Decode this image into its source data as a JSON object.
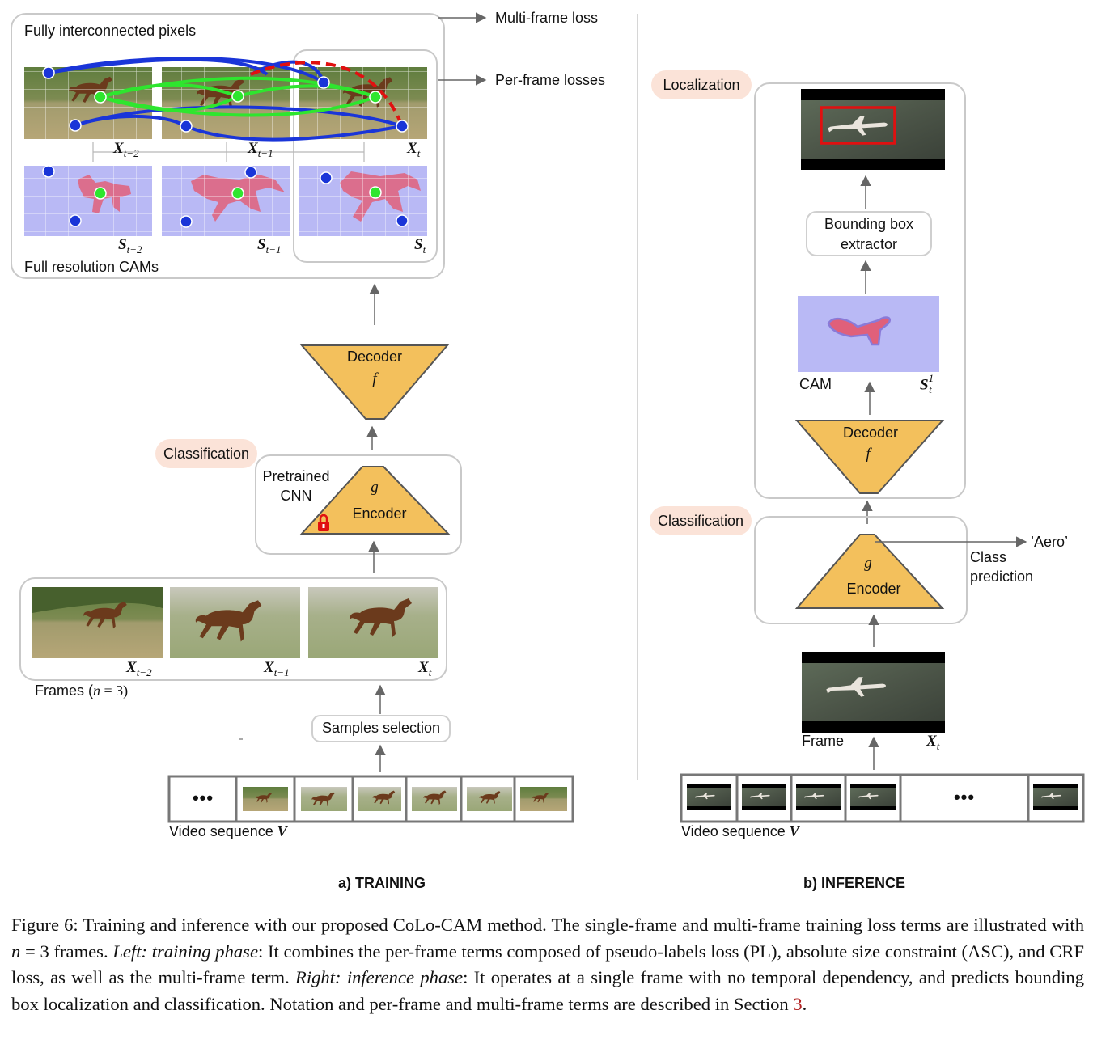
{
  "training": {
    "section_title": "a) TRAINING",
    "fully_interconnected": "Fully interconnected pixels",
    "full_res_cams": "Full resolution CAMs",
    "multi_frame_loss": "Multi-frame loss",
    "per_frame_losses": "Per-frame losses",
    "decoder_label": "Decoder",
    "decoder_symbol": "f",
    "classification": "Classification",
    "pretrained_line1": "Pretrained",
    "pretrained_line2": "CNN",
    "encoder_label": "Encoder",
    "encoder_symbol": "g",
    "frames_label": "Frames (",
    "frames_n": "n",
    "frames_eq": " = 3)",
    "samples_selection": "Samples selection",
    "video_sequence": "Video sequence ",
    "video_symbol": "V",
    "ellipsis": "•••",
    "x_labels": [
      "X",
      "X",
      "X"
    ],
    "x_subs": [
      "t−2",
      "t−1",
      "t"
    ],
    "s_labels": [
      "S",
      "S",
      "S"
    ],
    "s_subs": [
      "t−2",
      "t−1",
      "t"
    ]
  },
  "inference": {
    "section_title": "b) INFERENCE",
    "localization": "Localization",
    "bbox_line1": "Bounding box",
    "bbox_line2": "extractor",
    "cam": "CAM",
    "cam_symbol": "S",
    "cam_sub": "t",
    "cam_sup": "1",
    "decoder_label": "Decoder",
    "decoder_symbol": "f",
    "classification": "Classification",
    "encoder_label": "Encoder",
    "encoder_symbol": "g",
    "aero": "’Aero’",
    "class_line1": "Class",
    "class_line2": "prediction",
    "frame": "Frame",
    "frame_symbol": "X",
    "frame_sub": "t",
    "video_sequence": "Video sequence ",
    "video_symbol": "V",
    "ellipsis": "•••"
  },
  "caption": {
    "fig": "Figure 6: Training and inference with our proposed CoLo-CAM method. The single-frame and multi-frame training loss terms are illustrated with ",
    "n": "n",
    "after_n": " = 3 frames. ",
    "left": "Left: training phase",
    "left_rest": ": It combines the per-frame terms composed of pseudo-labels loss (PL), absolute size constraint (ASC), and CRF loss, as well as the multi-frame term. ",
    "right": "Right: inference phase",
    "right_rest": ": It operates at a single frame with no temporal dependency, and predicts bounding box localization and classification. Notation and per-frame and multi-frame terms are described in Section ",
    "ref": "3",
    "end": "."
  },
  "colors": {
    "block_fill": "#f3c05c",
    "cam_bg": "#b9b9f5",
    "cam_blob": "#e0607a",
    "edge_blue": "#1a35d8",
    "edge_green": "#2ee62e",
    "edge_red": "#e01010",
    "pill_bg": "#fbe3d8"
  },
  "icons": {
    "lock": "lock-icon"
  }
}
